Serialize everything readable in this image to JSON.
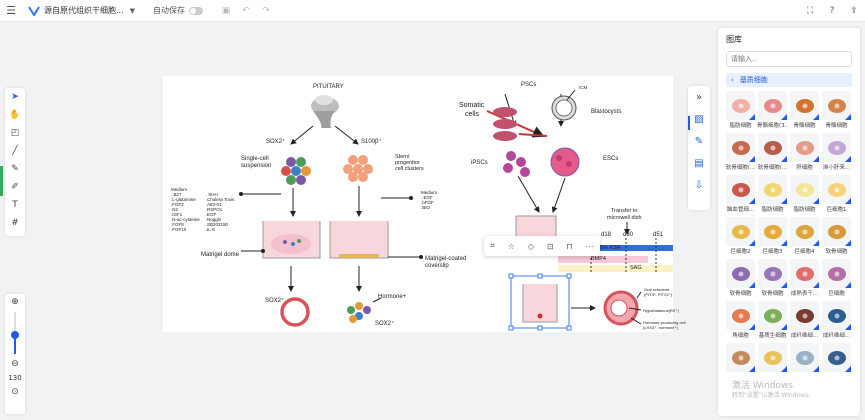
{
  "topbar": {
    "doc_title": "源自原代组织干细胞...",
    "autosave_label": "自动保存"
  },
  "zoom": {
    "value": "130",
    "level": 0.45
  },
  "library": {
    "title": "图库",
    "search_placeholder": "请输入..",
    "category": "基质细胞",
    "items": [
      {
        "label": "脂肪细胞",
        "color": "#f2b1a6"
      },
      {
        "label": "骨骼细胞(3...",
        "color": "#e88a8a"
      },
      {
        "label": "骨骼细胞",
        "color": "#d2722f"
      },
      {
        "label": "骨骼细胞",
        "color": "#d4834b"
      },
      {
        "label": "软骨细胞(...",
        "color": "#c9694d"
      },
      {
        "label": "软骨细胞(...",
        "color": "#b55e4c"
      },
      {
        "label": "肝细胞",
        "color": "#e39b8a"
      },
      {
        "label": "淋小肝来...",
        "color": "#c4a7d4"
      },
      {
        "label": "脑血管细...",
        "color": "#c65a4f"
      },
      {
        "label": "脂肪细胞",
        "color": "#f0d76d"
      },
      {
        "label": "脂肪细胞",
        "color": "#f3e59a"
      },
      {
        "label": "巨细胞1",
        "color": "#f4d27b"
      },
      {
        "label": "巨细胞2",
        "color": "#e8b84a"
      },
      {
        "label": "巨细胞3",
        "color": "#e6a93b"
      },
      {
        "label": "巨细胞4",
        "color": "#e0a53e"
      },
      {
        "label": "软骨细胞",
        "color": "#d99b3a"
      },
      {
        "label": "软骨细胞",
        "color": "#8e6ab0"
      },
      {
        "label": "软骨细胞",
        "color": "#9a75b8"
      },
      {
        "label": "成熟表干...",
        "color": "#e26d6d"
      },
      {
        "label": "巨细胞",
        "color": "#b36fa8"
      },
      {
        "label": "角细胞",
        "color": "#e67b4d"
      },
      {
        "label": "基质生细胞",
        "color": "#7fae5b"
      },
      {
        "label": "成纤维细...",
        "color": "#7a3b30"
      },
      {
        "label": "成纤维细...",
        "color": "#2f5d8f"
      },
      {
        "label": "",
        "color": "#c48a5a"
      },
      {
        "label": "",
        "color": "#e8c45a"
      },
      {
        "label": "",
        "color": "#9ab1c7"
      },
      {
        "label": "",
        "color": "#365f8a"
      }
    ]
  },
  "watermark": {
    "line1": "激活 Windows",
    "line2": "转到\"设置\"以激活 Windows。"
  },
  "figure": {
    "pituitary": "PITUITARY",
    "sox2p": "SOX2⁺",
    "s100b": "S100β⁺",
    "single_cell": "Single-cell",
    "suspension": "suspension",
    "stem": "Stem/",
    "progenitor": "progenitor",
    "clusters": "cell clusters",
    "medium_left_title": "Medium",
    "medium_left_col1": [
      ". B27",
      ".L-glutamine",
      ".FGF2",
      ".N2",
      ".IGF1",
      ".N-ac-cysteine",
      ".FGF8",
      ".FGF10"
    ],
    "medium_left_col2": [
      ". SHH",
      ".Cholera Toxin",
      ".A83-01",
      ".RSPO1",
      ".EGF",
      ".Noggin",
      ".SB202190",
      ".IL-6"
    ],
    "medium_right_title": "Medium",
    "medium_right": [
      ". EGF",
      ".bFGF",
      ".BIO"
    ],
    "matrigel_dome": "Matrigel dome",
    "matrigel_coated": "Matrigel-coated",
    "coverslip": "coverslip",
    "sox2_bottom": "SOX2⁺",
    "hormone_plus": "Hormone+",
    "sox2_bottom2": "SOX2⁺",
    "pscs": "PSCs",
    "icm": "ICM",
    "somatic": "Somatic",
    "cells": "cells",
    "blastocysts": "Blastocysts",
    "ipscs": "iPSCs",
    "escs": "ESCs",
    "transfer1": "Transfer to",
    "transfer2": "microwell dish",
    "d18": "d18",
    "d30": "d30",
    "d51": "d51",
    "ksr": "20% KSR",
    "bmp4": "BMP4",
    "sag": "SAG",
    "oral": "Oral ectoderm",
    "oral2": "(PITX¹, PITX2⁺)",
    "hypo": "Hypothalamus(RX⁺)",
    "hormone_cell": "Hormone-producing cell",
    "hormone_cell2": "(LHX3⁺, hormone⁺)"
  }
}
